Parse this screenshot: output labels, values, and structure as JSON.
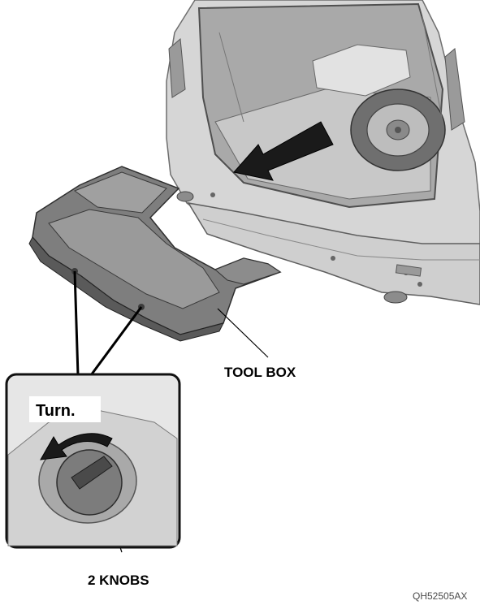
{
  "labels": {
    "tool_box": "TOOL BOX",
    "turn": "Turn.",
    "knobs": "2 KNOBS"
  },
  "figure_code": "QH52505AX",
  "colors": {
    "body_light": "#d9d9d9",
    "body_mid": "#bdbdbd",
    "body_dark": "#8f8f8f",
    "tray": "#7d7d7d",
    "tray_dark": "#5a5a5a",
    "arrow": "#1a1a1a",
    "leader": "#000000"
  }
}
